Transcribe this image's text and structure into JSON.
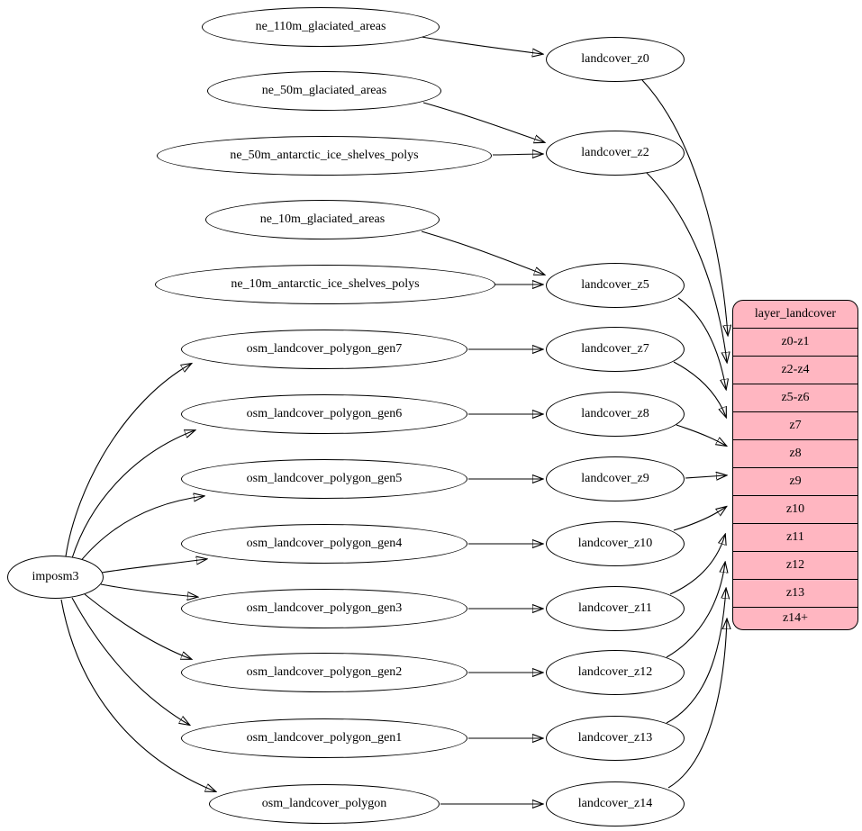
{
  "colors": {
    "background": "#ffffff",
    "stroke": "#000000",
    "node_fill": "#ffffff",
    "table_fill": "#ffb6c1"
  },
  "nodes": {
    "imposm3": "imposm3",
    "sources": [
      "ne_110m_glaciated_areas",
      "ne_50m_glaciated_areas",
      "ne_50m_antarctic_ice_shelves_polys",
      "ne_10m_glaciated_areas",
      "ne_10m_antarctic_ice_shelves_polys",
      "osm_landcover_polygon_gen7",
      "osm_landcover_polygon_gen6",
      "osm_landcover_polygon_gen5",
      "osm_landcover_polygon_gen4",
      "osm_landcover_polygon_gen3",
      "osm_landcover_polygon_gen2",
      "osm_landcover_polygon_gen1",
      "osm_landcover_polygon"
    ],
    "landcover": [
      "landcover_z0",
      "landcover_z2",
      "landcover_z5",
      "landcover_z7",
      "landcover_z8",
      "landcover_z9",
      "landcover_z10",
      "landcover_z11",
      "landcover_z12",
      "landcover_z13",
      "landcover_z14"
    ]
  },
  "table": {
    "title": "layer_landcover",
    "rows": [
      "z0-z1",
      "z2-z4",
      "z5-z6",
      "z7",
      "z8",
      "z9",
      "z10",
      "z11",
      "z12",
      "z13",
      "z14+"
    ]
  },
  "edges": [
    {
      "from": "ne_110m_glaciated_areas",
      "to": "landcover_z0"
    },
    {
      "from": "ne_50m_glaciated_areas",
      "to": "landcover_z2"
    },
    {
      "from": "ne_50m_antarctic_ice_shelves_polys",
      "to": "landcover_z2"
    },
    {
      "from": "ne_10m_glaciated_areas",
      "to": "landcover_z5"
    },
    {
      "from": "ne_10m_antarctic_ice_shelves_polys",
      "to": "landcover_z5"
    },
    {
      "from": "osm_landcover_polygon_gen7",
      "to": "landcover_z7"
    },
    {
      "from": "osm_landcover_polygon_gen6",
      "to": "landcover_z8"
    },
    {
      "from": "osm_landcover_polygon_gen5",
      "to": "landcover_z9"
    },
    {
      "from": "osm_landcover_polygon_gen4",
      "to": "landcover_z10"
    },
    {
      "from": "osm_landcover_polygon_gen3",
      "to": "landcover_z11"
    },
    {
      "from": "osm_landcover_polygon_gen2",
      "to": "landcover_z12"
    },
    {
      "from": "osm_landcover_polygon_gen1",
      "to": "landcover_z13"
    },
    {
      "from": "osm_landcover_polygon",
      "to": "landcover_z14"
    },
    {
      "from": "imposm3",
      "to": "osm_landcover_polygon_gen7"
    },
    {
      "from": "imposm3",
      "to": "osm_landcover_polygon_gen6"
    },
    {
      "from": "imposm3",
      "to": "osm_landcover_polygon_gen5"
    },
    {
      "from": "imposm3",
      "to": "osm_landcover_polygon_gen4"
    },
    {
      "from": "imposm3",
      "to": "osm_landcover_polygon_gen3"
    },
    {
      "from": "imposm3",
      "to": "osm_landcover_polygon_gen2"
    },
    {
      "from": "imposm3",
      "to": "osm_landcover_polygon_gen1"
    },
    {
      "from": "imposm3",
      "to": "osm_landcover_polygon"
    },
    {
      "from": "landcover_z0",
      "to": "z0-z1"
    },
    {
      "from": "landcover_z2",
      "to": "z2-z4"
    },
    {
      "from": "landcover_z5",
      "to": "z5-z6"
    },
    {
      "from": "landcover_z7",
      "to": "z7"
    },
    {
      "from": "landcover_z8",
      "to": "z8"
    },
    {
      "from": "landcover_z9",
      "to": "z9"
    },
    {
      "from": "landcover_z10",
      "to": "z10"
    },
    {
      "from": "landcover_z11",
      "to": "z11"
    },
    {
      "from": "landcover_z12",
      "to": "z12"
    },
    {
      "from": "landcover_z13",
      "to": "z13"
    },
    {
      "from": "landcover_z14",
      "to": "z14+"
    }
  ]
}
